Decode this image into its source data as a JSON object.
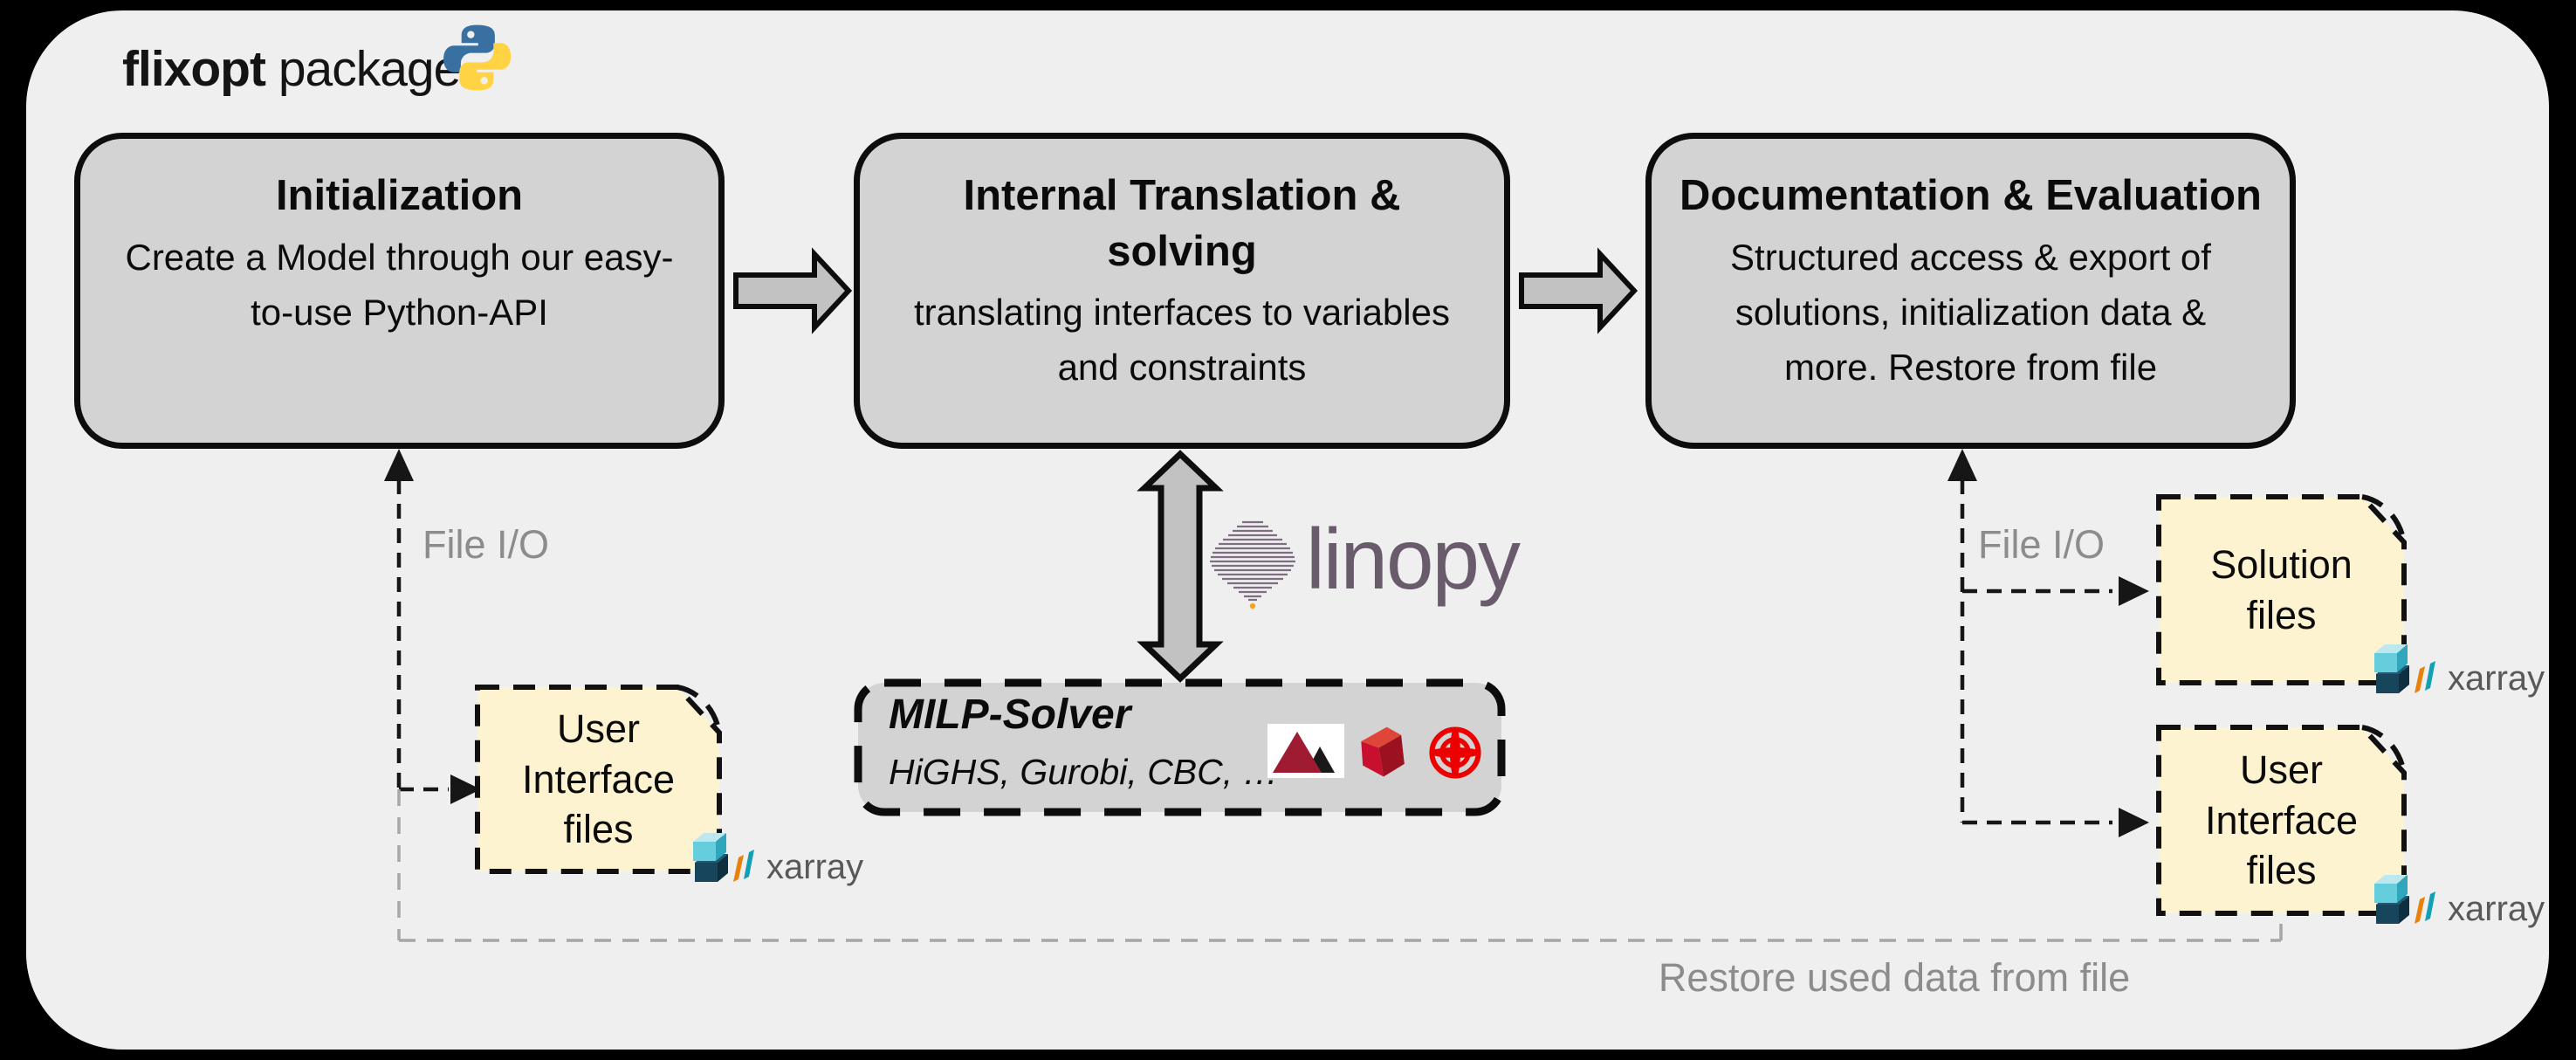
{
  "header": {
    "brand": "flixopt",
    "suffix": " package",
    "logo": "python-icon"
  },
  "stages": [
    {
      "title": "Initialization",
      "body": "Create a Model through our easy-to-use Python-API"
    },
    {
      "title": "Internal Translation & solving",
      "body": "translating interfaces to variables and constraints"
    },
    {
      "title": "Documentation & Evaluation",
      "body": "Structured access & export of solutions, initialization data & more. Restore from file"
    }
  ],
  "milp": {
    "title": "MILP-Solver",
    "solvers": "HiGHS, Gurobi, CBC, …",
    "logos": [
      "highs-icon",
      "gurobi-icon",
      "cbc-icon"
    ]
  },
  "linopy": {
    "label": "linopy",
    "logo": "linopy-icon"
  },
  "labels": {
    "file_io_left": "File I/O",
    "file_io_right": "File I/O",
    "restore": "Restore used data from file"
  },
  "file_boxes": {
    "user_interface_left": {
      "label": "User\nInterface\nfiles",
      "tool": "xarray"
    },
    "solution": {
      "label": "Solution\nfiles",
      "tool": "xarray"
    },
    "user_interface_right": {
      "label": "User\nInterface\nfiles",
      "tool": "xarray"
    }
  },
  "colors": {
    "frame_bg": "#efeff0",
    "stage_fill": "#d3d3d3",
    "stage_border": "#0d0d0d",
    "flow_arrow_fill": "#c2c2c2",
    "file_fill": "#fdf3d1",
    "muted_text": "#8c8c8c",
    "linopy_purple": "#6a5b6c",
    "python_blue": "#3871a1",
    "python_yellow": "#ffd343",
    "solver_red": "#c8102e",
    "xarray_teal": "#66cddc",
    "xarray_navy": "#17455c",
    "xarray_orange": "#e8820c"
  }
}
